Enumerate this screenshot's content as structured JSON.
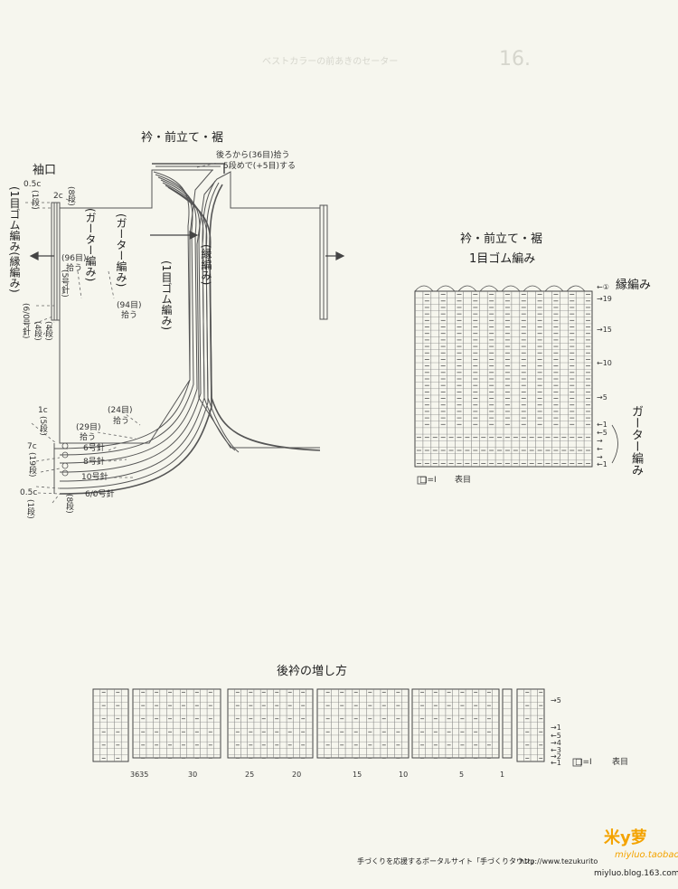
{
  "garment": {
    "collar_title": "衿・前立て・裾",
    "pickup_note_1": "後ろから(36目)拾う",
    "pickup_note_2": "5段めで(+5目)する",
    "sleeve_cuff": "袖口",
    "cuff_depth_1": "0.5c",
    "cuff_rows_1": "(1段)",
    "cuff_width": "2c",
    "cuff_rows_8": "(8段)",
    "rib_and_edge": "(1目ゴム編み(縁編み)",
    "garter_label": "(ガーター編み)",
    "pick_96": "(96目)",
    "pick_96_b": "拾う",
    "needle_5": "(5号針)",
    "needle_60_left": "(6/0号針)",
    "rows_4a": "(4段)",
    "rows_4b": "(4段)",
    "front_garter": "(ガーター編み)",
    "pick_94": "(94目)",
    "pick_94_b": "拾う",
    "front_rib": "(1目ゴム編み)",
    "front_edge": "(縁編み)",
    "pick_24": "(24目)",
    "pick_24_b": "拾う",
    "pick_29": "(29目)",
    "pick_29_b": "拾う",
    "needle_6": "6号針",
    "needle_8": "8号針",
    "needle_10": "10号針",
    "needle_60": "6/0号針",
    "hem_1c": "1c",
    "hem_5rows": "(5段)",
    "hem_7c": "7c",
    "hem_19rows": "(19段)",
    "hem_05c": "0.5c",
    "hem_1row": "(1段)",
    "hem_8rows": "(8段)"
  },
  "chart1": {
    "title": "衿・前立て・裾",
    "subtitle": "1目ゴム編み",
    "edge_label": "縁編み",
    "garter_label": "ガーター編み",
    "row_labels": [
      "←①",
      "→19",
      "→15",
      "←10",
      "→5",
      "←1",
      "←5",
      "→",
      "←",
      "→",
      "←1"
    ],
    "legend_symbol": "□=Ⅰ",
    "legend_text": "表目"
  },
  "chart2": {
    "title": "後衿の増し方",
    "col_labels": [
      "3635",
      "30",
      "25",
      "20",
      "15",
      "10",
      "5",
      "1"
    ],
    "row_labels": [
      "→5",
      "→1",
      "←5",
      "→4",
      "←3",
      "→2",
      "←1"
    ],
    "legend_symbol": "□=Ⅰ",
    "legend_text": "表目"
  },
  "footer": {
    "portal": "手づくりを応援するポータルサイト「手づくりタウン」",
    "url": "http://www.tezukurito",
    "logo": "米у萝",
    "blog": "miyluo.blog.163.com",
    "logo_sub": "miyluo.taobao"
  },
  "ghost": {
    "issue": "16.",
    "heading": "ベストカラーの前あきのセーター"
  },
  "colors": {
    "paper": "#f6f6ee",
    "ink": "#333333",
    "arrow": "#444444",
    "logo": "#f4a300"
  }
}
